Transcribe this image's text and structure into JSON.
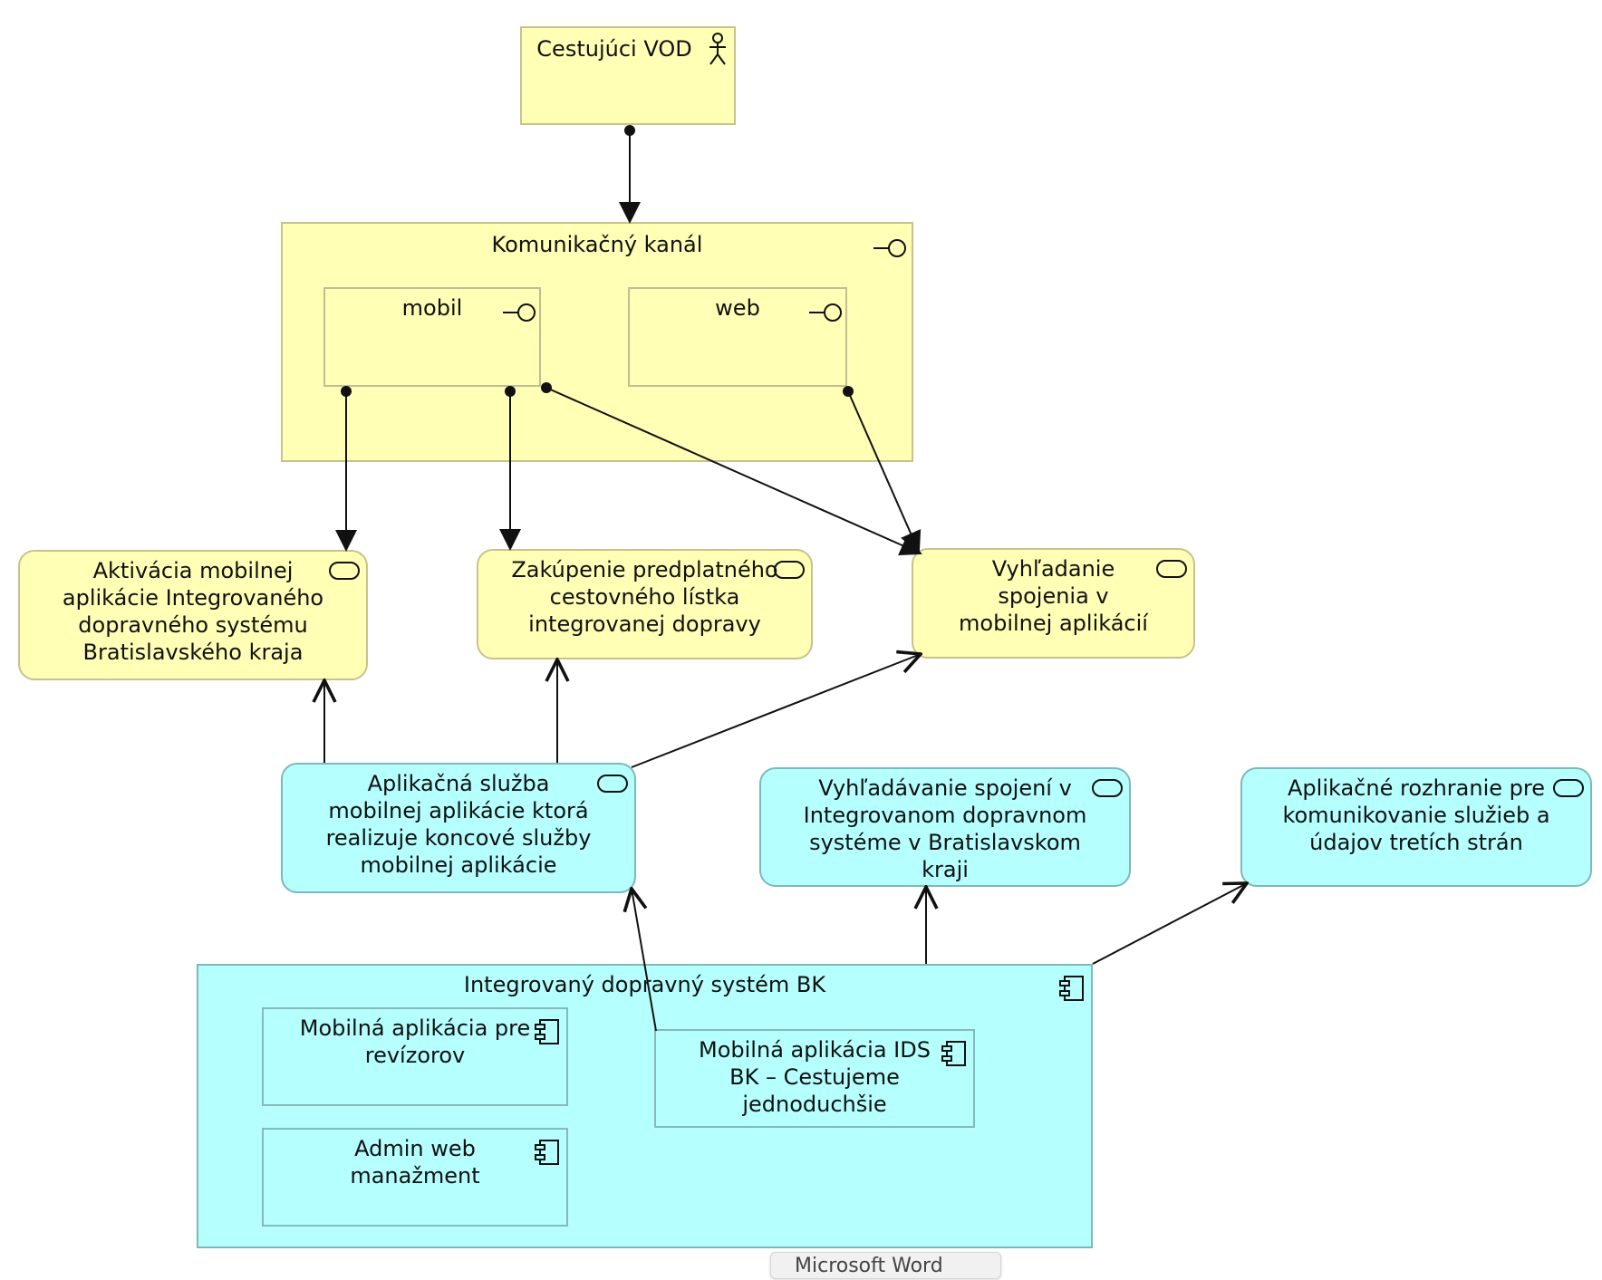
{
  "diagram": {
    "actor": {
      "label": "Cestujúci VOD",
      "icon": "actor-icon"
    },
    "channel": {
      "label": "Komunikačný kanál",
      "icon": "interface-icon",
      "mobile": {
        "label": "mobil",
        "icon": "interface-icon"
      },
      "web": {
        "label": "web",
        "icon": "interface-icon"
      }
    },
    "business_services": [
      {
        "label": "Aktivácia mobilnej\naplikácie Integrovaného\ndopravného systému\nBratislavského kraja",
        "icon": "service-icon"
      },
      {
        "label": "Zakúpenie predplatného\ncestovného lístka\nintegrovanej dopravy",
        "icon": "service-icon"
      },
      {
        "label": "Vyhľadanie\nspojenia v\nmobilnej aplikácií",
        "icon": "service-icon"
      }
    ],
    "application_services": [
      {
        "label": "Aplikačná služba\nmobilnej aplikácie ktorá\nrealizuje koncové služby\nmobilnej aplikácie",
        "icon": "service-icon"
      },
      {
        "label": "Vyhľadávanie spojení v\nIntegrovanom dopravnom\nsystéme v Bratislavskom\nkraji",
        "icon": "service-icon"
      },
      {
        "label": "Aplikačné rozhranie pre\nkomunikovanie služieb a\núdajov tretích strán",
        "icon": "service-icon"
      }
    ],
    "system": {
      "label": "Integrovaný dopravný systém BK",
      "icon": "component-icon",
      "components": [
        {
          "label": "Mobilná aplikácia pre\nrevízorov",
          "icon": "component-icon"
        },
        {
          "label": "Admin web\nmanažment",
          "icon": "component-icon"
        },
        {
          "label": "Mobilná aplikácia IDS\nBK – Cestujeme\njednoduchšie",
          "icon": "component-icon"
        }
      ]
    },
    "colors": {
      "business": "#ffffb5",
      "application": "#b5ffff",
      "line": "#111111"
    }
  },
  "popup": {
    "text": "Microsoft Word"
  }
}
